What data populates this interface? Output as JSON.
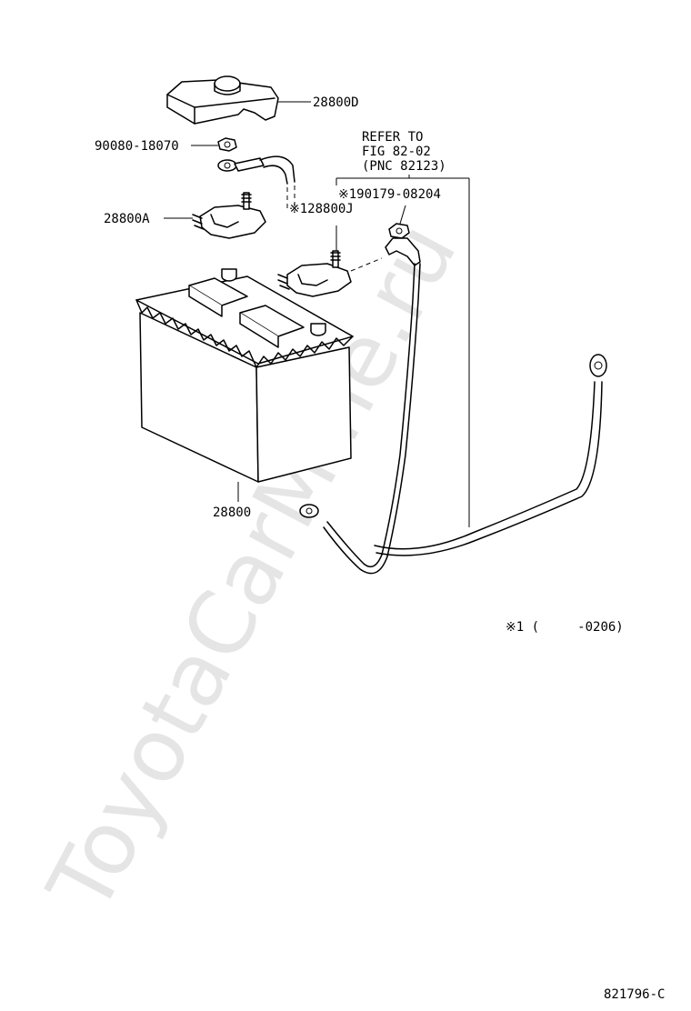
{
  "diagram": {
    "labels": {
      "cover": "28800D",
      "nut": "90080-18070",
      "terminal_pos": "28800A",
      "cable_pos": "※128800J",
      "refer_line1": "REFER TO",
      "refer_line2": "FIG 82-02",
      "refer_line3": "(PNC 82123)",
      "bolt": "※190179-08204",
      "battery": "28800",
      "note": "※1 (     -0206)",
      "figure_id": "821796-C"
    },
    "watermark": "ToyotaCarMine.ru"
  }
}
